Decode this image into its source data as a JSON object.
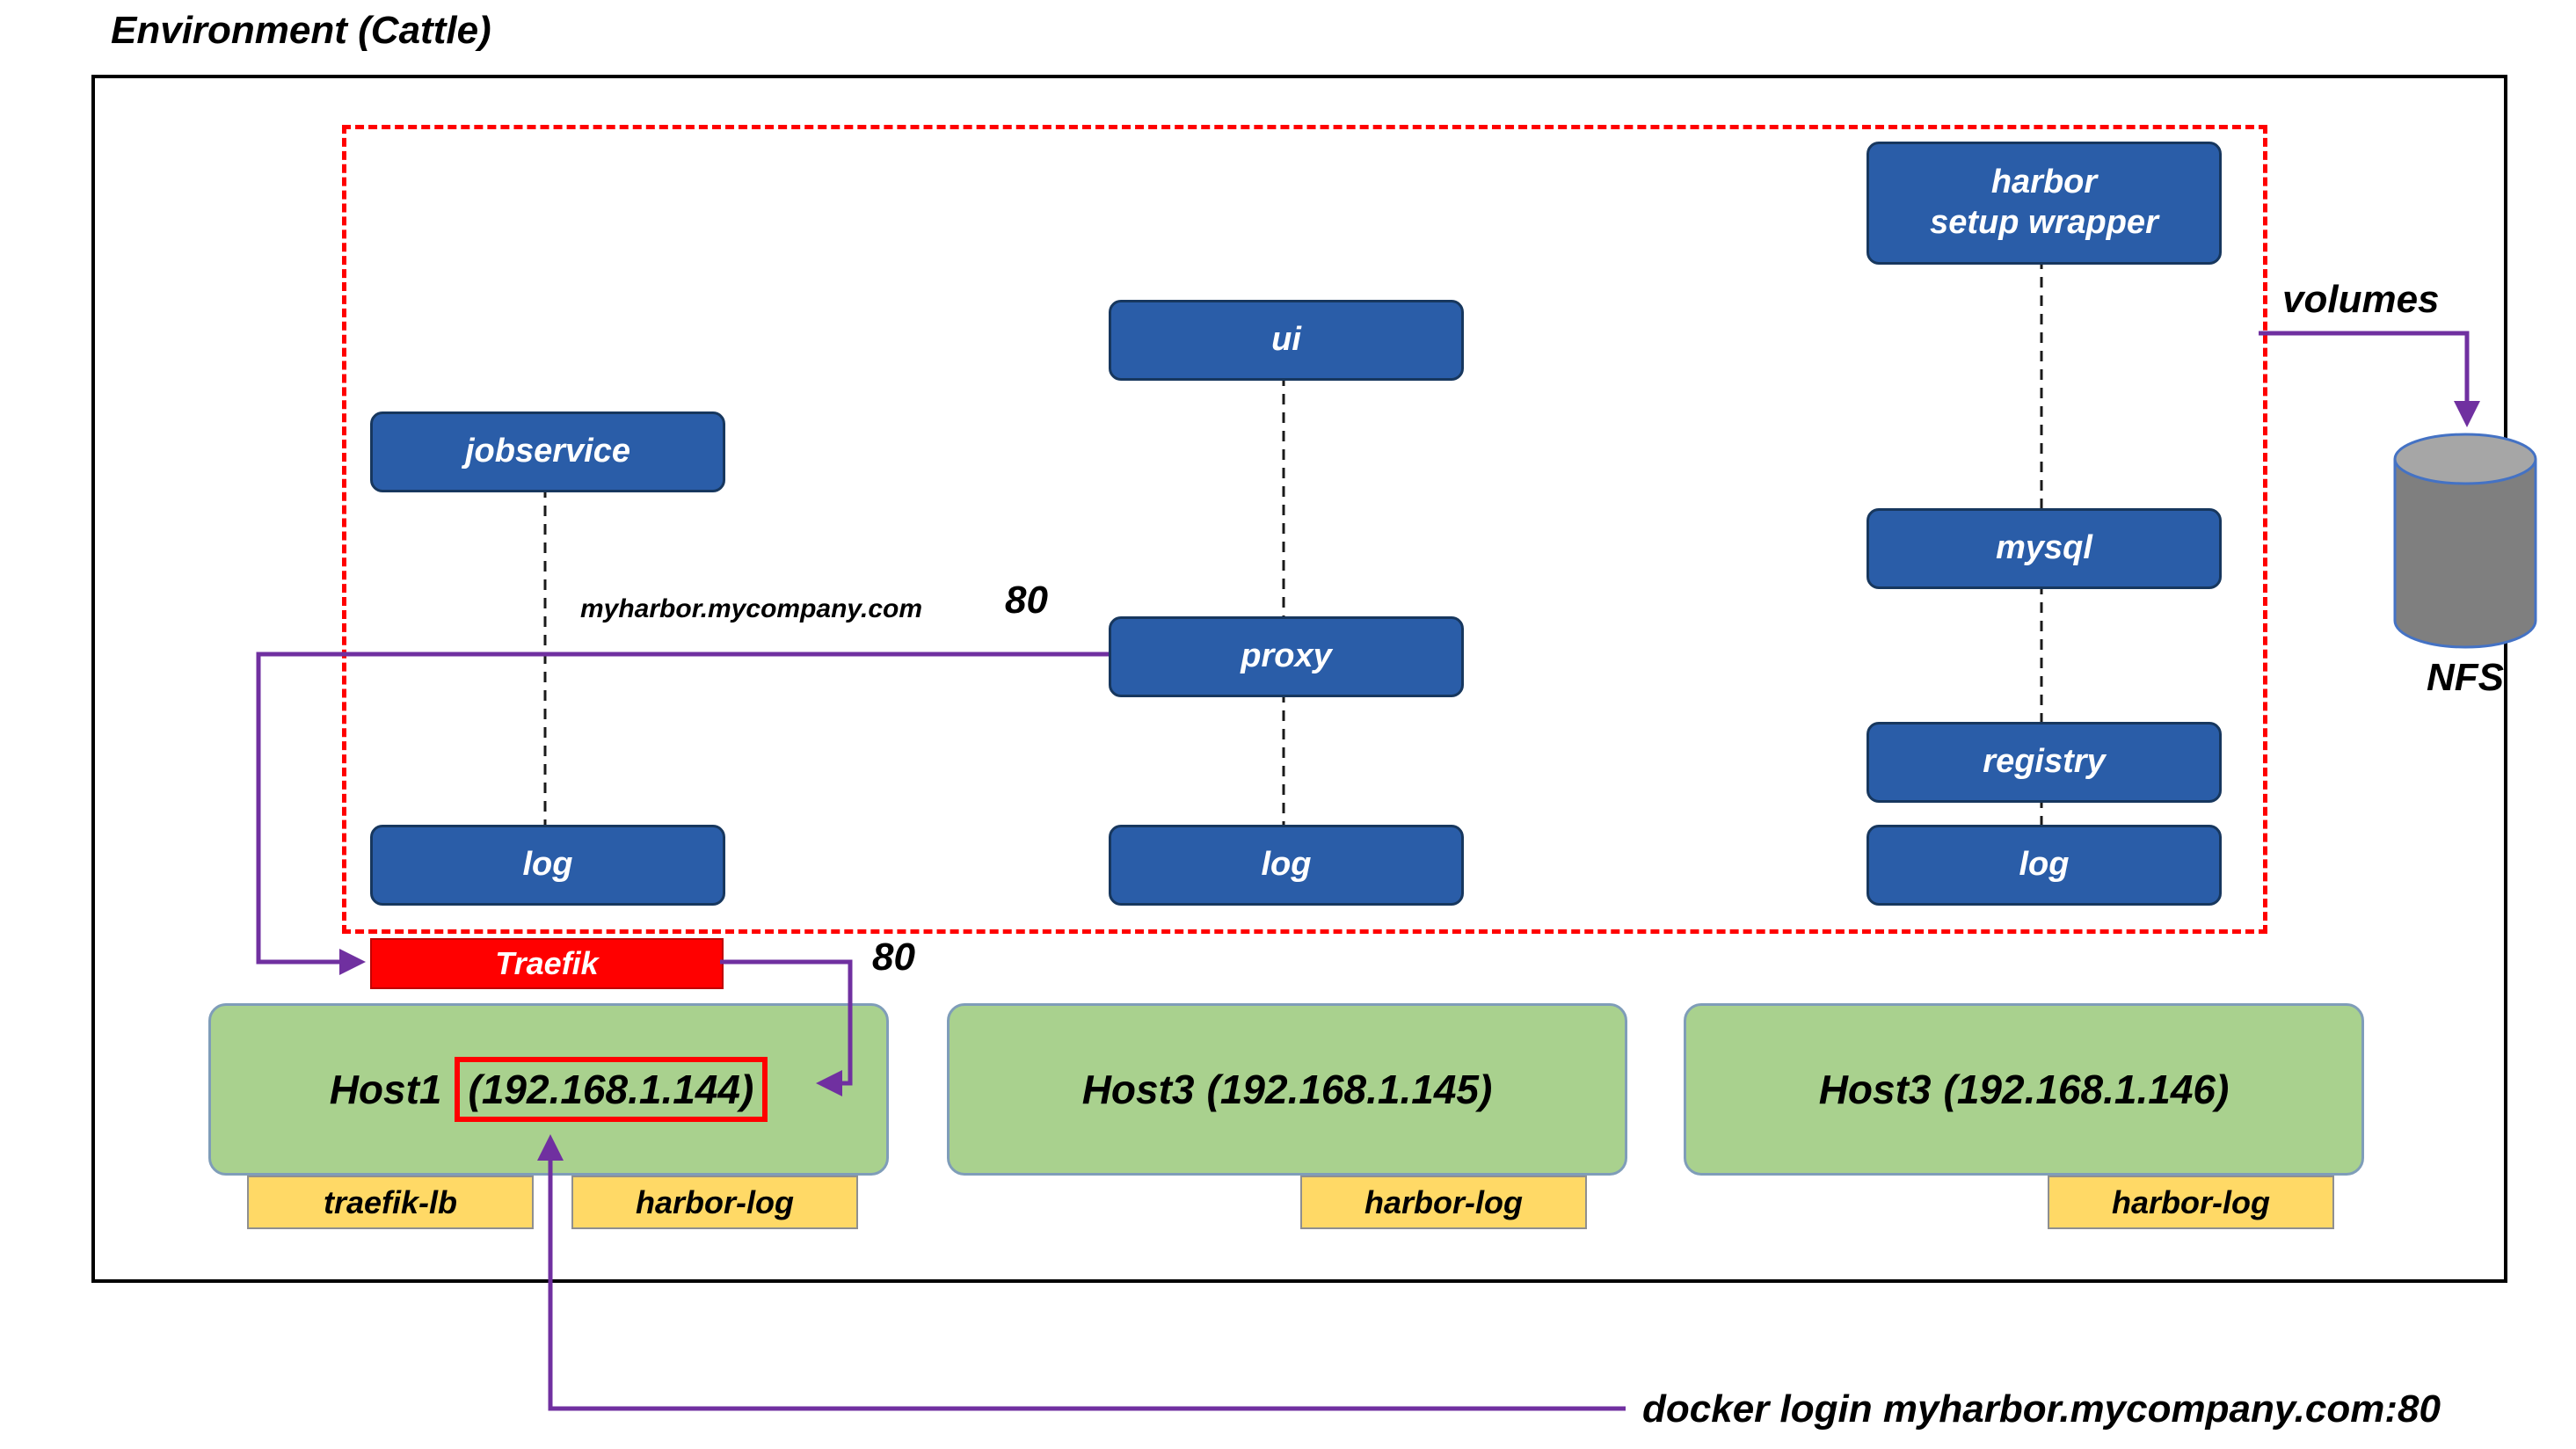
{
  "title": "Environment (Cattle)",
  "services": {
    "jobservice": "jobservice",
    "ui": "ui",
    "proxy": "proxy",
    "harbor_setup_wrapper": {
      "line1": "harbor",
      "line2": "setup wrapper"
    },
    "mysql": "mysql",
    "registry": "registry",
    "log_left": "log",
    "log_middle": "log",
    "log_right": "log"
  },
  "traefik": {
    "label": "Traefik"
  },
  "storage": {
    "volumes_label": "volumes",
    "nfs_label": "NFS"
  },
  "routing": {
    "domain": "myharbor.mycompany.com",
    "proxy_port": "80",
    "traefik_port": "80"
  },
  "hosts": [
    {
      "name": "Host1",
      "ip": "(192.168.1.144)",
      "tags": [
        "traefik-lb",
        "harbor-log"
      ]
    },
    {
      "name": "Host3",
      "ip": "(192.168.1.145)",
      "tags": [
        "harbor-log"
      ]
    },
    {
      "name": "Host3",
      "ip": "(192.168.1.146)",
      "tags": [
        "harbor-log"
      ]
    }
  ],
  "footer": {
    "docker_login_command": "docker login myharbor.mycompany.com:80"
  },
  "colors": {
    "service_fill": "#2A5DA8",
    "service_border": "#17375E",
    "traefik_fill": "#FF0000",
    "host_fill": "#A9D18E",
    "tag_fill": "#FFD966",
    "arrow_purple": "#7030A0",
    "cluster_border": "#FF0000",
    "nfs_fill": "#7F7F7F"
  }
}
